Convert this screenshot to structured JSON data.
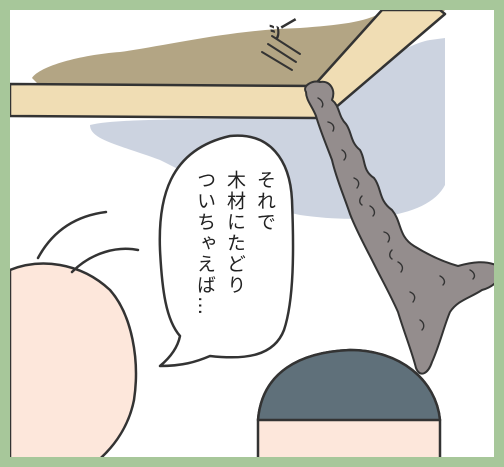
{
  "panel": {
    "border_color": "#a7c79a",
    "background_color": "#ffffff"
  },
  "speech_bubble": {
    "lines": [
      "それで",
      "木材にたどり",
      "ついちゃえば…"
    ]
  },
  "sound_effect": {
    "text": "ｼー"
  },
  "colors": {
    "wood": "#f0ddb4",
    "wood_outline": "#333333",
    "shadow_beige": "#b3a584",
    "shadow_blue": "#ccd3e0",
    "termite_trail": "#948d8d",
    "character_skin": "#fde7db",
    "character_hair_gray": "#5f707a"
  }
}
